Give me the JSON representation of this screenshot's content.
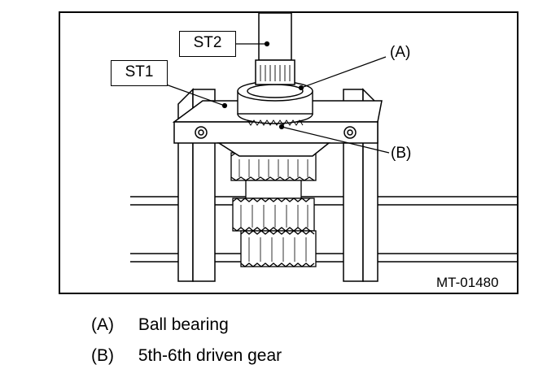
{
  "figure": {
    "callouts": {
      "st2": "ST2",
      "st1": "ST1",
      "a": "(A)",
      "b": "(B)"
    },
    "figure_id": "MT-01480"
  },
  "legend": [
    {
      "key": "(A)",
      "text": "Ball bearing"
    },
    {
      "key": "(B)",
      "text": "5th-6th driven gear"
    }
  ]
}
